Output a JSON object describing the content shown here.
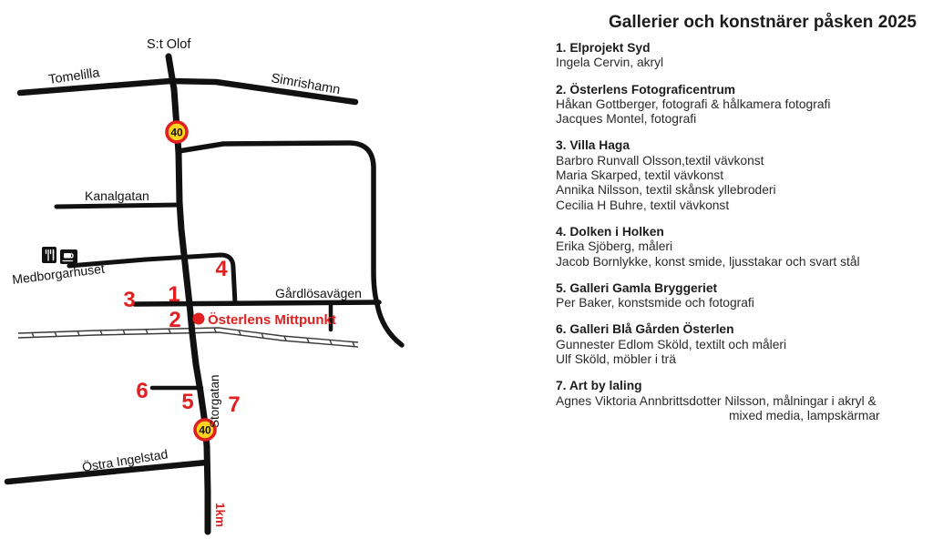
{
  "panel": {
    "title": "Gallerier och konstnärer påsken 2025",
    "entries": [
      {
        "name": "1. Elprojekt Syd",
        "artists": [
          "Ingela Cervin, akryl"
        ]
      },
      {
        "name": "2. Österlens Fotograficentrum",
        "artists": [
          "Håkan Gottberger, fotografi & hålkamera fotografi",
          "Jacques Montel, fotografi"
        ]
      },
      {
        "name": "3. Villa Haga",
        "artists": [
          "Barbro Runvall Olsson,textil vävkonst",
          "Maria Skarped, textil vävkonst",
          "Annika Nilsson, textil skånsk  yllebroderi",
          "Cecilia H Buhre, textil vävkonst"
        ]
      },
      {
        "name": "4. Dolken i Holken",
        "artists": [
          "Erika Sjöberg, måleri",
          "Jacob Bornlykke, konst smide, ljusstakar och svart stål"
        ]
      },
      {
        "name": "5. Galleri Gamla Bryggeriet",
        "artists": [
          "Per Baker, konstsmide och fotografi"
        ]
      },
      {
        "name": "6. Galleri Blå Gården Österlen",
        "artists": [
          "Gunnester Edlom Sköld, textilt och måleri",
          "Ulf Sköld, möbler i trä"
        ]
      },
      {
        "name": "7. Art by laling",
        "artists": [
          "Agnes Viktoria Annbrittsdotter Nilsson, målningar i akryl &",
          "mixed media, lampskärmar"
        ]
      }
    ]
  },
  "map": {
    "labels": {
      "st_olof": "S:t Olof",
      "tomelilla": "Tomelilla",
      "simrishamn": "Simrishamn",
      "kanalgatan": "Kanalgatan",
      "medborgarhuset": "Medborgarhuset",
      "gardlosavagen": "Gårdlösavägen",
      "ostra_ingelstad": "Östra Ingelstad",
      "storgatan": "Storgatan",
      "mittpunkt": "Österlens Mittpunkt",
      "scale": "1km"
    },
    "speed_limit": "40",
    "markers": [
      "1",
      "2",
      "3",
      "4",
      "5",
      "6",
      "7"
    ],
    "colors": {
      "road": "#111111",
      "marker_red": "#e02020",
      "sign_yellow": "#ffd41e"
    }
  }
}
